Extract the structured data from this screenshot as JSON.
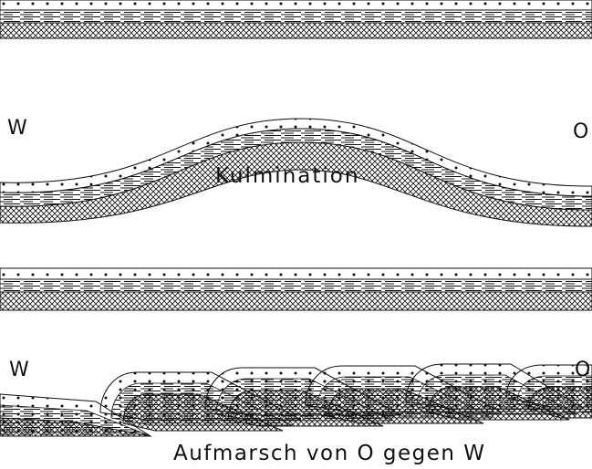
{
  "labels": {
    "west_top": "W",
    "east_top": "O",
    "culmination": "Kulmination",
    "west_bottom": "W",
    "east_bottom": "O",
    "thrust_caption": "Aufmarsch von O gegen W"
  },
  "colors": {
    "ink": "#111111",
    "background": "#ffffff"
  }
}
